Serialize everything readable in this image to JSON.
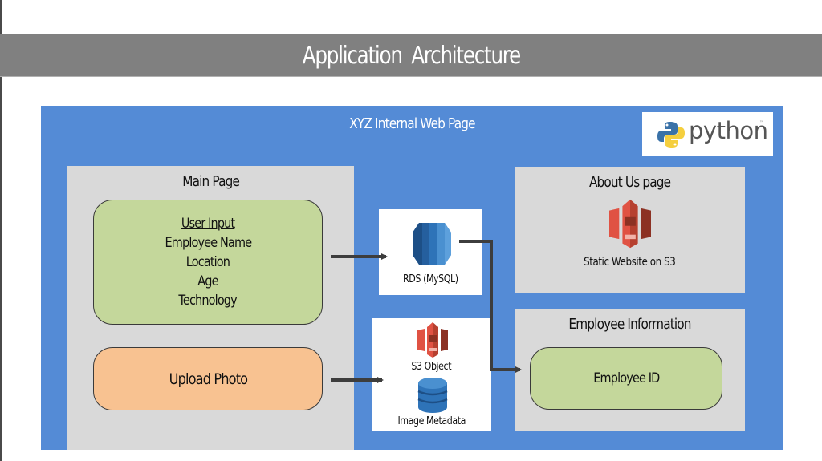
{
  "title": "Application Architecture",
  "panel": {
    "title": "XYZ Internal Web Page",
    "logo_text": "python",
    "logo_tm": "™"
  },
  "main_page": {
    "title": "Main Page",
    "user_input": {
      "heading": "User Input",
      "fields": [
        "Employee Name",
        "Location",
        "Age",
        "Technology"
      ]
    },
    "upload_photo": "Upload Photo"
  },
  "rds": {
    "label": "RDS (MySQL)",
    "icon": "rds-database-icon"
  },
  "storage": {
    "s3_label": "S3 Object",
    "metadata_label": "Image Metadata",
    "icons": [
      "s3-bucket-icon",
      "dynamodb-icon"
    ]
  },
  "about_us": {
    "title": "About Us page",
    "caption": "Static Website  on S3",
    "icon": "s3-bucket-icon"
  },
  "employee_info": {
    "title": "Employee Information",
    "field": "Employee ID"
  },
  "colors": {
    "header_bar": "#808080",
    "panel_blue": "#548bd6",
    "box_gray": "#d9d9d9",
    "green": "#c4d79b",
    "orange": "#f8c291",
    "s3_red": "#e05243",
    "rds_blue": "#2e73b8",
    "arrow": "#3d3d3d"
  }
}
